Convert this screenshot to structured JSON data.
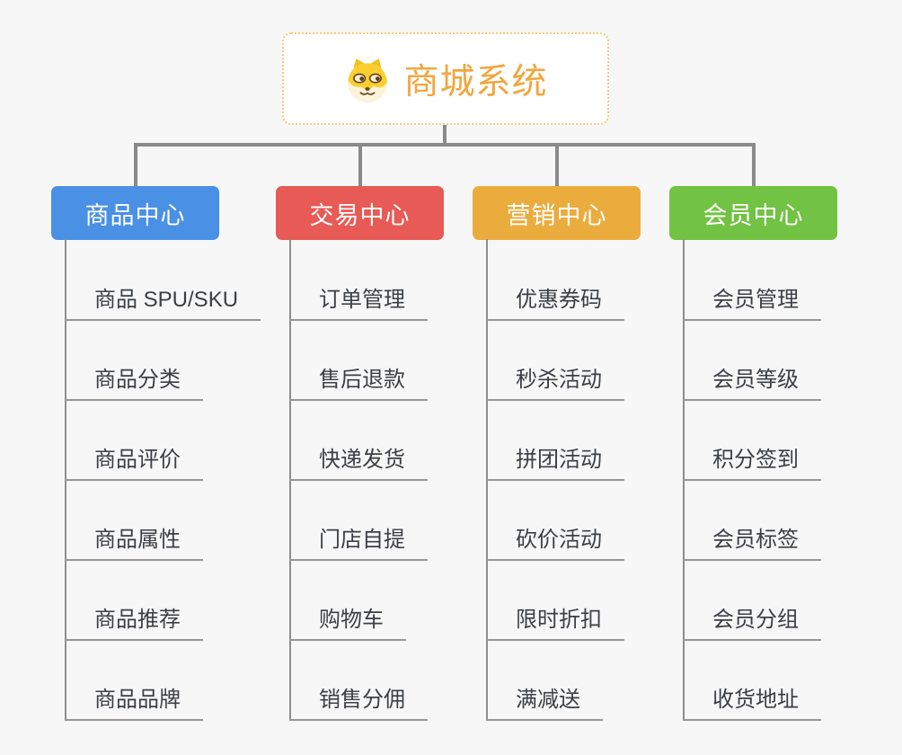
{
  "app": {
    "type": "mindmap-org-chart",
    "background_color": "#f7f7f7"
  },
  "root": {
    "title": "商城系统",
    "icon": "doge-icon",
    "accent_color": "#f2a63c",
    "border_color": "#f7c979"
  },
  "connector_color": "#8a8a8a",
  "underline_color": "#969696",
  "leaf_text_color": "#3b3f44",
  "branches": [
    {
      "label": "商品中心",
      "color": "#4a90e5",
      "items": [
        "商品 SPU/SKU",
        "商品分类",
        "商品评价",
        "商品属性",
        "商品推荐",
        "商品品牌"
      ]
    },
    {
      "label": "交易中心",
      "color": "#e85a55",
      "items": [
        "订单管理",
        "售后退款",
        "快递发货",
        "门店自提",
        "购物车",
        "销售分佣"
      ]
    },
    {
      "label": "营销中心",
      "color": "#ebac3e",
      "items": [
        "优惠券码",
        "秒杀活动",
        "拼团活动",
        "砍价活动",
        "限时折扣",
        "满减送"
      ]
    },
    {
      "label": "会员中心",
      "color": "#72c243",
      "items": [
        "会员管理",
        "会员等级",
        "积分签到",
        "会员标签",
        "会员分组",
        "收货地址"
      ]
    }
  ]
}
